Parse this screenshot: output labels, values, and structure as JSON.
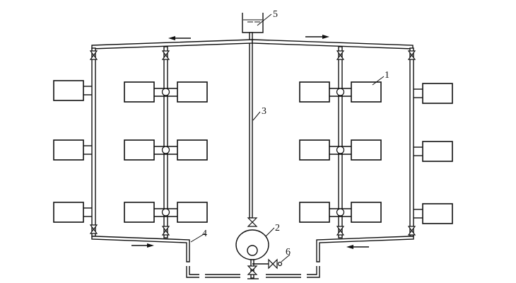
{
  "labels": {
    "radiator": "1",
    "boiler": "2",
    "riser": "3",
    "return_main": "4",
    "expansion_tank": "5",
    "drain_valve": "6"
  }
}
